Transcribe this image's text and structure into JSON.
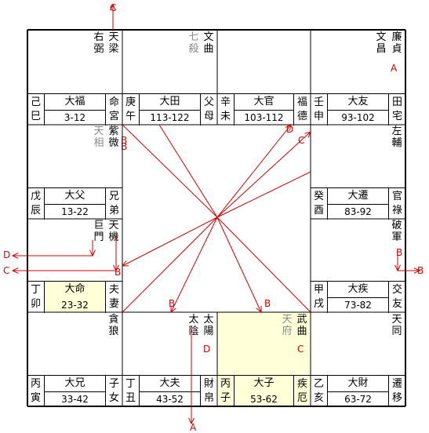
{
  "colors": {
    "line": "#000000",
    "arrow": "#d00000",
    "muted": "#888888",
    "highlight": "#ffffd8"
  },
  "palaces": [
    {
      "id": "si",
      "stars": [
        {
          "t": "天梁",
          "tone": "st"
        },
        {
          "t": "右弼",
          "tone": "st"
        }
      ],
      "stem": "己巳",
      "daxian": "大福",
      "range": "3-12",
      "role": "命宮"
    },
    {
      "id": "wu",
      "stars": [
        {
          "t": "文曲",
          "tone": "st"
        },
        {
          "t": "七殺",
          "tone": "gray"
        }
      ],
      "stem": "庚午",
      "daxian": "大田",
      "range": "113-122",
      "role": "父母"
    },
    {
      "id": "wei",
      "stars": [],
      "stem": "辛未",
      "daxian": "大官",
      "range": "103-112",
      "role": "福德"
    },
    {
      "id": "shen",
      "stars": [
        {
          "t": "廉貞",
          "tone": "st"
        },
        {
          "t": "文昌",
          "tone": "st"
        }
      ],
      "stem": "壬申",
      "daxian": "大友",
      "range": "93-102",
      "role": "田宅"
    },
    {
      "id": "chen",
      "stars": [
        {
          "t": "紫微",
          "tone": "st"
        },
        {
          "t": "天相",
          "tone": "gray"
        }
      ],
      "stem": "戊辰",
      "daxian": "大父",
      "range": "13-22",
      "role": "兄弟"
    },
    {
      "id": "you",
      "stars": [
        {
          "t": "左輔",
          "tone": "st"
        }
      ],
      "stem": "癸酉",
      "daxian": "大遷",
      "range": "83-92",
      "role": "官祿"
    },
    {
      "id": "mao",
      "stars": [
        {
          "t": "天機",
          "tone": "st"
        },
        {
          "t": "巨門",
          "tone": "st"
        }
      ],
      "stem": "丁卯",
      "daxian": "大命",
      "range": "23-32",
      "role": "夫妻"
    },
    {
      "id": "xu",
      "stars": [
        {
          "t": "破軍",
          "tone": "st"
        }
      ],
      "stem": "甲戌",
      "daxian": "大疾",
      "range": "73-82",
      "role": "交友"
    },
    {
      "id": "yin",
      "stars": [
        {
          "t": "貪狼",
          "tone": "st"
        }
      ],
      "stem": "丙寅",
      "daxian": "大兄",
      "range": "33-42",
      "role": "子女"
    },
    {
      "id": "chou",
      "stars": [
        {
          "t": "太陽",
          "tone": "st"
        },
        {
          "t": "太陰",
          "tone": "st"
        }
      ],
      "stem": "丁丑",
      "daxian": "大夫",
      "range": "43-52",
      "role": "財帛"
    },
    {
      "id": "zi",
      "stars": [
        {
          "t": "武曲",
          "tone": "st"
        },
        {
          "t": "天府",
          "tone": "gray"
        }
      ],
      "stem": "丙子",
      "daxian": "大子",
      "range": "53-62",
      "role": "疾厄"
    },
    {
      "id": "hai",
      "stars": [
        {
          "t": "天同",
          "tone": "st"
        }
      ],
      "stem": "乙亥",
      "daxian": "大財",
      "range": "63-72",
      "role": "遷移"
    }
  ],
  "markers": [
    {
      "t": "C"
    },
    {
      "t": "A"
    },
    {
      "t": "B"
    },
    {
      "t": "D"
    },
    {
      "t": "C"
    },
    {
      "t": "B"
    },
    {
      "t": "B"
    },
    {
      "t": "D"
    },
    {
      "t": "C"
    },
    {
      "t": "B"
    },
    {
      "t": "B"
    },
    {
      "t": "B"
    },
    {
      "t": "B"
    },
    {
      "t": "D"
    },
    {
      "t": "C"
    },
    {
      "t": "A"
    }
  ]
}
